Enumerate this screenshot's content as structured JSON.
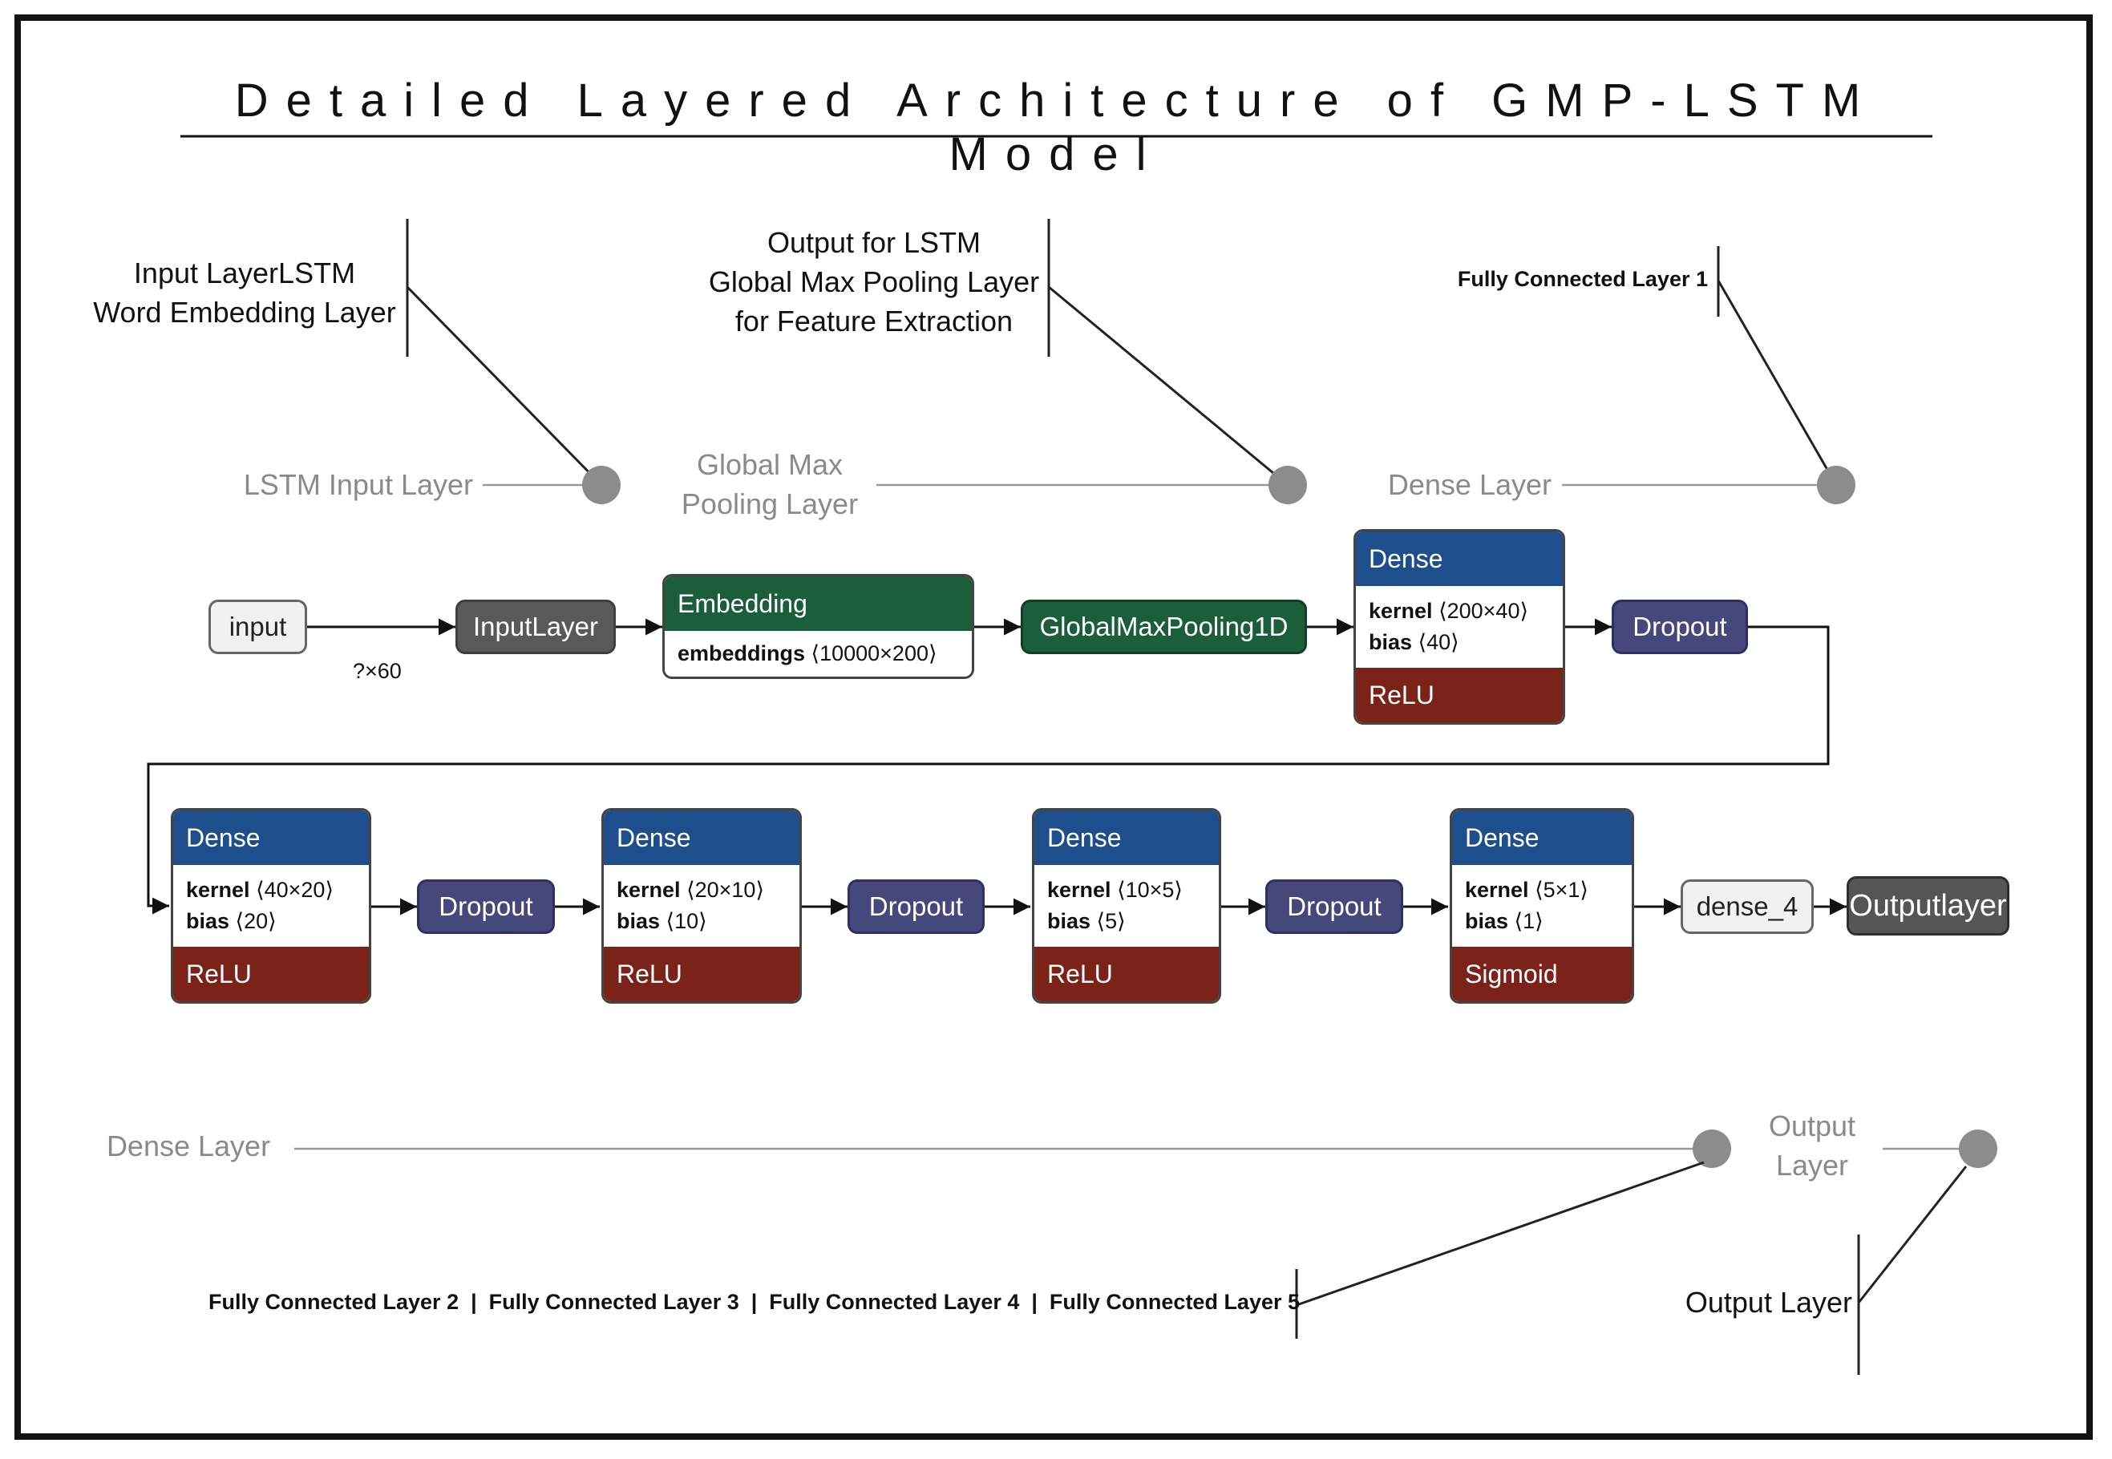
{
  "title": "Detailed Layered Architecture of GMP-LSTM Model",
  "annotations": {
    "input_line1": "Input LayerLSTM",
    "input_line2": "Word Embedding Layer",
    "pool_line1": "Output for LSTM",
    "pool_line2": "Global Max Pooling Layer",
    "pool_line3": "for Feature Extraction",
    "fc1": "Fully Connected Layer 1",
    "fc_list": "Fully Connected Layer 2  |  Fully Connected Layer 3  |  Fully Connected Layer 4  |  Fully Connected Layer 5",
    "output_layer": "Output Layer"
  },
  "markers": {
    "lstm_input": "LSTM Input Layer",
    "gmp_line1": "Global Max",
    "gmp_line2": "Pooling Layer",
    "dense_top": "Dense Layer",
    "dense_bottom": "Dense Layer",
    "output_line1": "Output",
    "output_line2": "Layer"
  },
  "nodes": {
    "input": "input",
    "input_shape": "?×60",
    "input_layer": "InputLayer",
    "embedding": {
      "header": "Embedding",
      "param_name": "embeddings",
      "param_value": "⟨10000×200⟩"
    },
    "gmp": "GlobalMaxPooling1D",
    "dense1": {
      "header": "Dense",
      "kernel": "⟨200×40⟩",
      "bias": "⟨40⟩",
      "activation": "ReLU"
    },
    "dropout1": "Dropout",
    "dense2": {
      "header": "Dense",
      "kernel": "⟨40×20⟩",
      "bias": "⟨20⟩",
      "activation": "ReLU"
    },
    "dropout2": "Dropout",
    "dense3": {
      "header": "Dense",
      "kernel": "⟨20×10⟩",
      "bias": "⟨10⟩",
      "activation": "ReLU"
    },
    "dropout3": "Dropout",
    "dense4": {
      "header": "Dense",
      "kernel": "⟨10×5⟩",
      "bias": "⟨5⟩",
      "activation": "ReLU"
    },
    "dropout4": "Dropout",
    "dense5": {
      "header": "Dense",
      "kernel": "⟨5×1⟩",
      "bias": "⟨1⟩",
      "activation": "Sigmoid"
    },
    "dense_4": "dense_4",
    "output_layer": "Outputlayer"
  },
  "labels": {
    "kernel": "kernel",
    "bias": "bias"
  },
  "colors": {
    "dense_header": "#1f4e8c",
    "activation": "#7b2318",
    "embedding": "#1b5e3b",
    "dropout": "#46477a",
    "dark_node": "#595959",
    "light_node": "#f1f1f1",
    "marker": "#8c8c8c"
  }
}
